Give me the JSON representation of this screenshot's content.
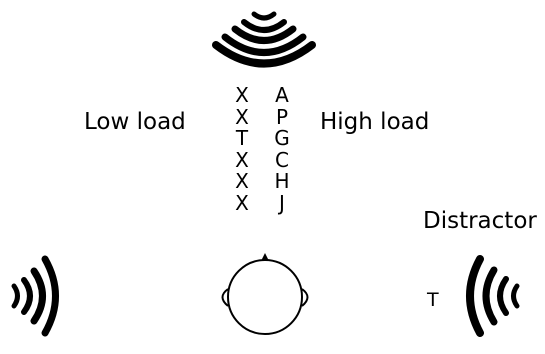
{
  "labels": {
    "low_load": "Low load",
    "high_load": "High load",
    "distractor": "Distractor",
    "distractor_letter": "T"
  },
  "low_load_stream": [
    "X",
    "X",
    "T",
    "X",
    "X",
    "X"
  ],
  "high_load_stream": [
    "A",
    "P",
    "G",
    "C",
    "H",
    "J"
  ],
  "icons": {
    "top": "sound-waves-down-icon",
    "left": "sound-waves-left-icon",
    "right": "sound-waves-right-icon",
    "head": "listener-head-icon"
  },
  "colors": {
    "ink": "#000000",
    "background": "#ffffff"
  }
}
